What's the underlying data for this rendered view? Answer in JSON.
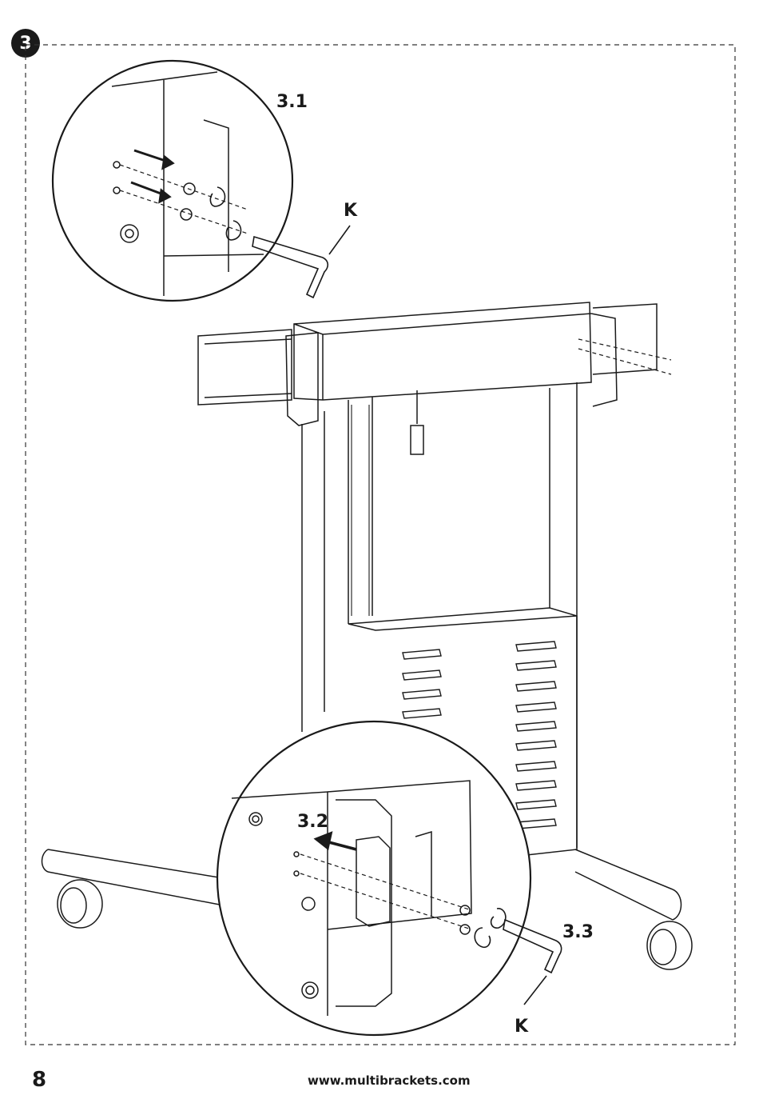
{
  "step": {
    "number": "3"
  },
  "callouts": {
    "detail_1": "3.1",
    "detail_2": "3.2",
    "detail_3": "3.3",
    "tool_top": "K",
    "tool_bottom": "K"
  },
  "footer": {
    "page_number": "8",
    "website": "www.multibrackets.com"
  }
}
